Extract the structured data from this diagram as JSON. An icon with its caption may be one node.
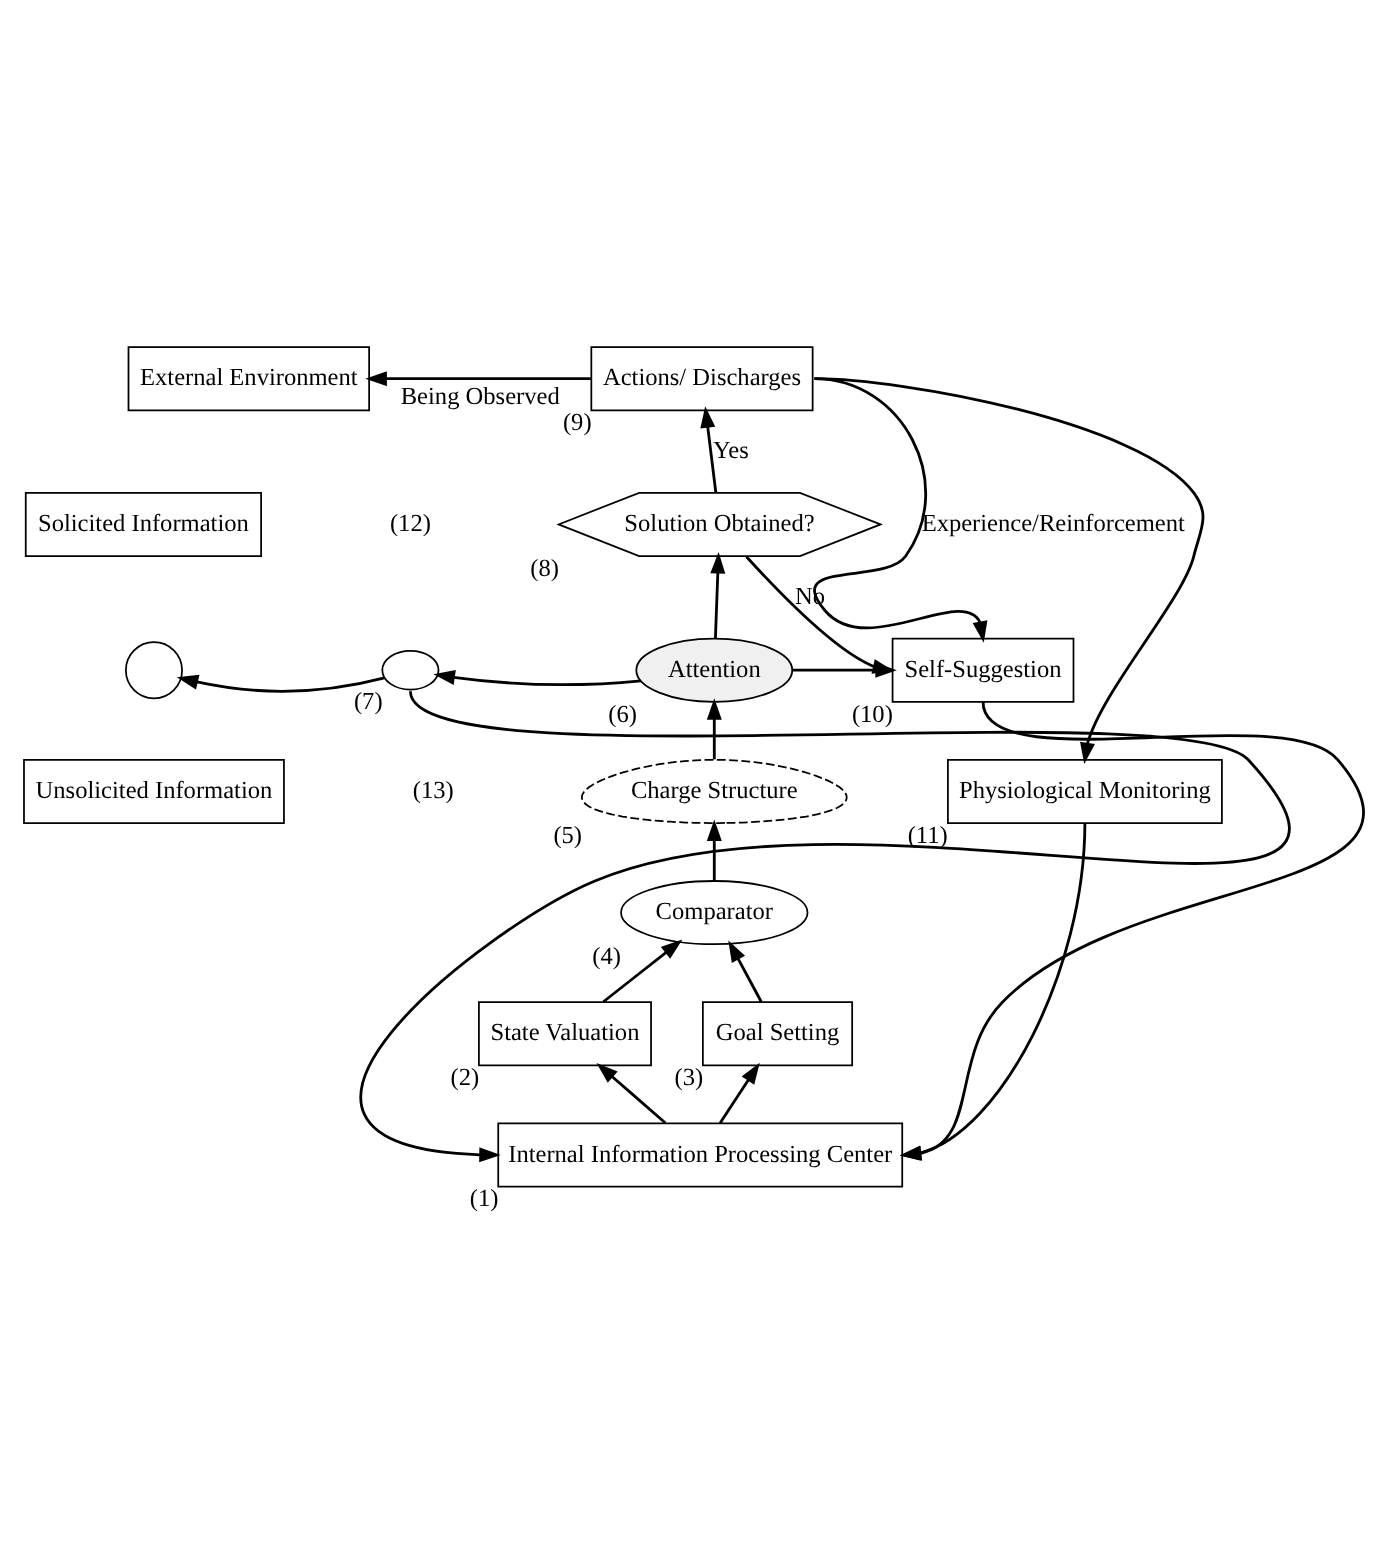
{
  "diagram": {
    "nodes": [
      {
        "text": [
          "External Environment"
        ]
      },
      {
        "text": [
          "Solicited Information"
        ]
      },
      {
        "text": [],
        "shape": "semicircle"
      },
      {
        "text": [
          "Unsolicited Information"
        ]
      },
      {
        "text": [
          "Actions/ Discharges"
        ],
        "beside": [
          "(9)"
        ]
      },
      {
        "text": [
          "Solution Obtained?"
        ],
        "beside": [
          "(8)"
        ]
      },
      {
        "text": [
          "Attention"
        ],
        "beside": [
          "(6)"
        ]
      },
      {
        "text": [],
        "shape": "ellipse",
        "beside": [
          "(7)"
        ]
      },
      {
        "text": [
          "Charge Structure"
        ],
        "beside": [
          "(5)"
        ]
      },
      {
        "text": [
          "Comparator"
        ],
        "beside": [
          "(4)"
        ]
      },
      {
        "text": [
          "State Valuation"
        ],
        "beside": [
          "(2)"
        ]
      },
      {
        "text": [
          "Goal Setting"
        ],
        "beside": [
          "(3)"
        ]
      },
      {
        "text": [
          "Internal Information Processing Center"
        ],
        "beside": [
          "(1)"
        ]
      },
      {
        "text": [
          "Self-Suggestion"
        ],
        "beside": [
          "(10)"
        ]
      },
      {
        "text": [
          "Physiological Monitoring"
        ],
        "beside": [
          "(11)"
        ]
      }
    ],
    "edges": [
      {
        "from": 4,
        "to": 0,
        "arrow": "to",
        "label": "Being Observed"
      },
      {
        "from": 4,
        "to": 13,
        "arrow": "to",
        "label": "Experience/Reinforcement"
      },
      {
        "from": 4,
        "to": 14,
        "arrow": "to"
      },
      {
        "from": 5,
        "to": 4,
        "arrow": "to",
        "label": "Yes"
      },
      {
        "from": 5,
        "to": 13,
        "arrow": "to",
        "label": "No"
      },
      {
        "from": 6,
        "to": 5,
        "arrow": "to"
      },
      {
        "from": 6,
        "to": 13,
        "arrow": "to"
      },
      {
        "from": 6,
        "to": 7,
        "arrow": "to"
      },
      {
        "from": 7,
        "to": 2,
        "arrow": "to"
      },
      {
        "from": 7,
        "to": 12,
        "arrow": "to"
      },
      {
        "from": 8,
        "to": 6,
        "arrow": "to"
      },
      {
        "from": 9,
        "to": 8,
        "arrow": "to"
      },
      {
        "from": 10,
        "to": 9,
        "arrow": "to"
      },
      {
        "from": 11,
        "to": 9,
        "arrow": "to"
      },
      {
        "from": 12,
        "to": 10,
        "arrow": "to"
      },
      {
        "from": 12,
        "to": 11,
        "arrow": "to"
      },
      {
        "from": 13,
        "to": 12,
        "arrow": "to"
      },
      {
        "from": 14,
        "to": 12,
        "arrow": "to"
      }
    ],
    "labels": [
      "(12)",
      "(13)"
    ]
  }
}
